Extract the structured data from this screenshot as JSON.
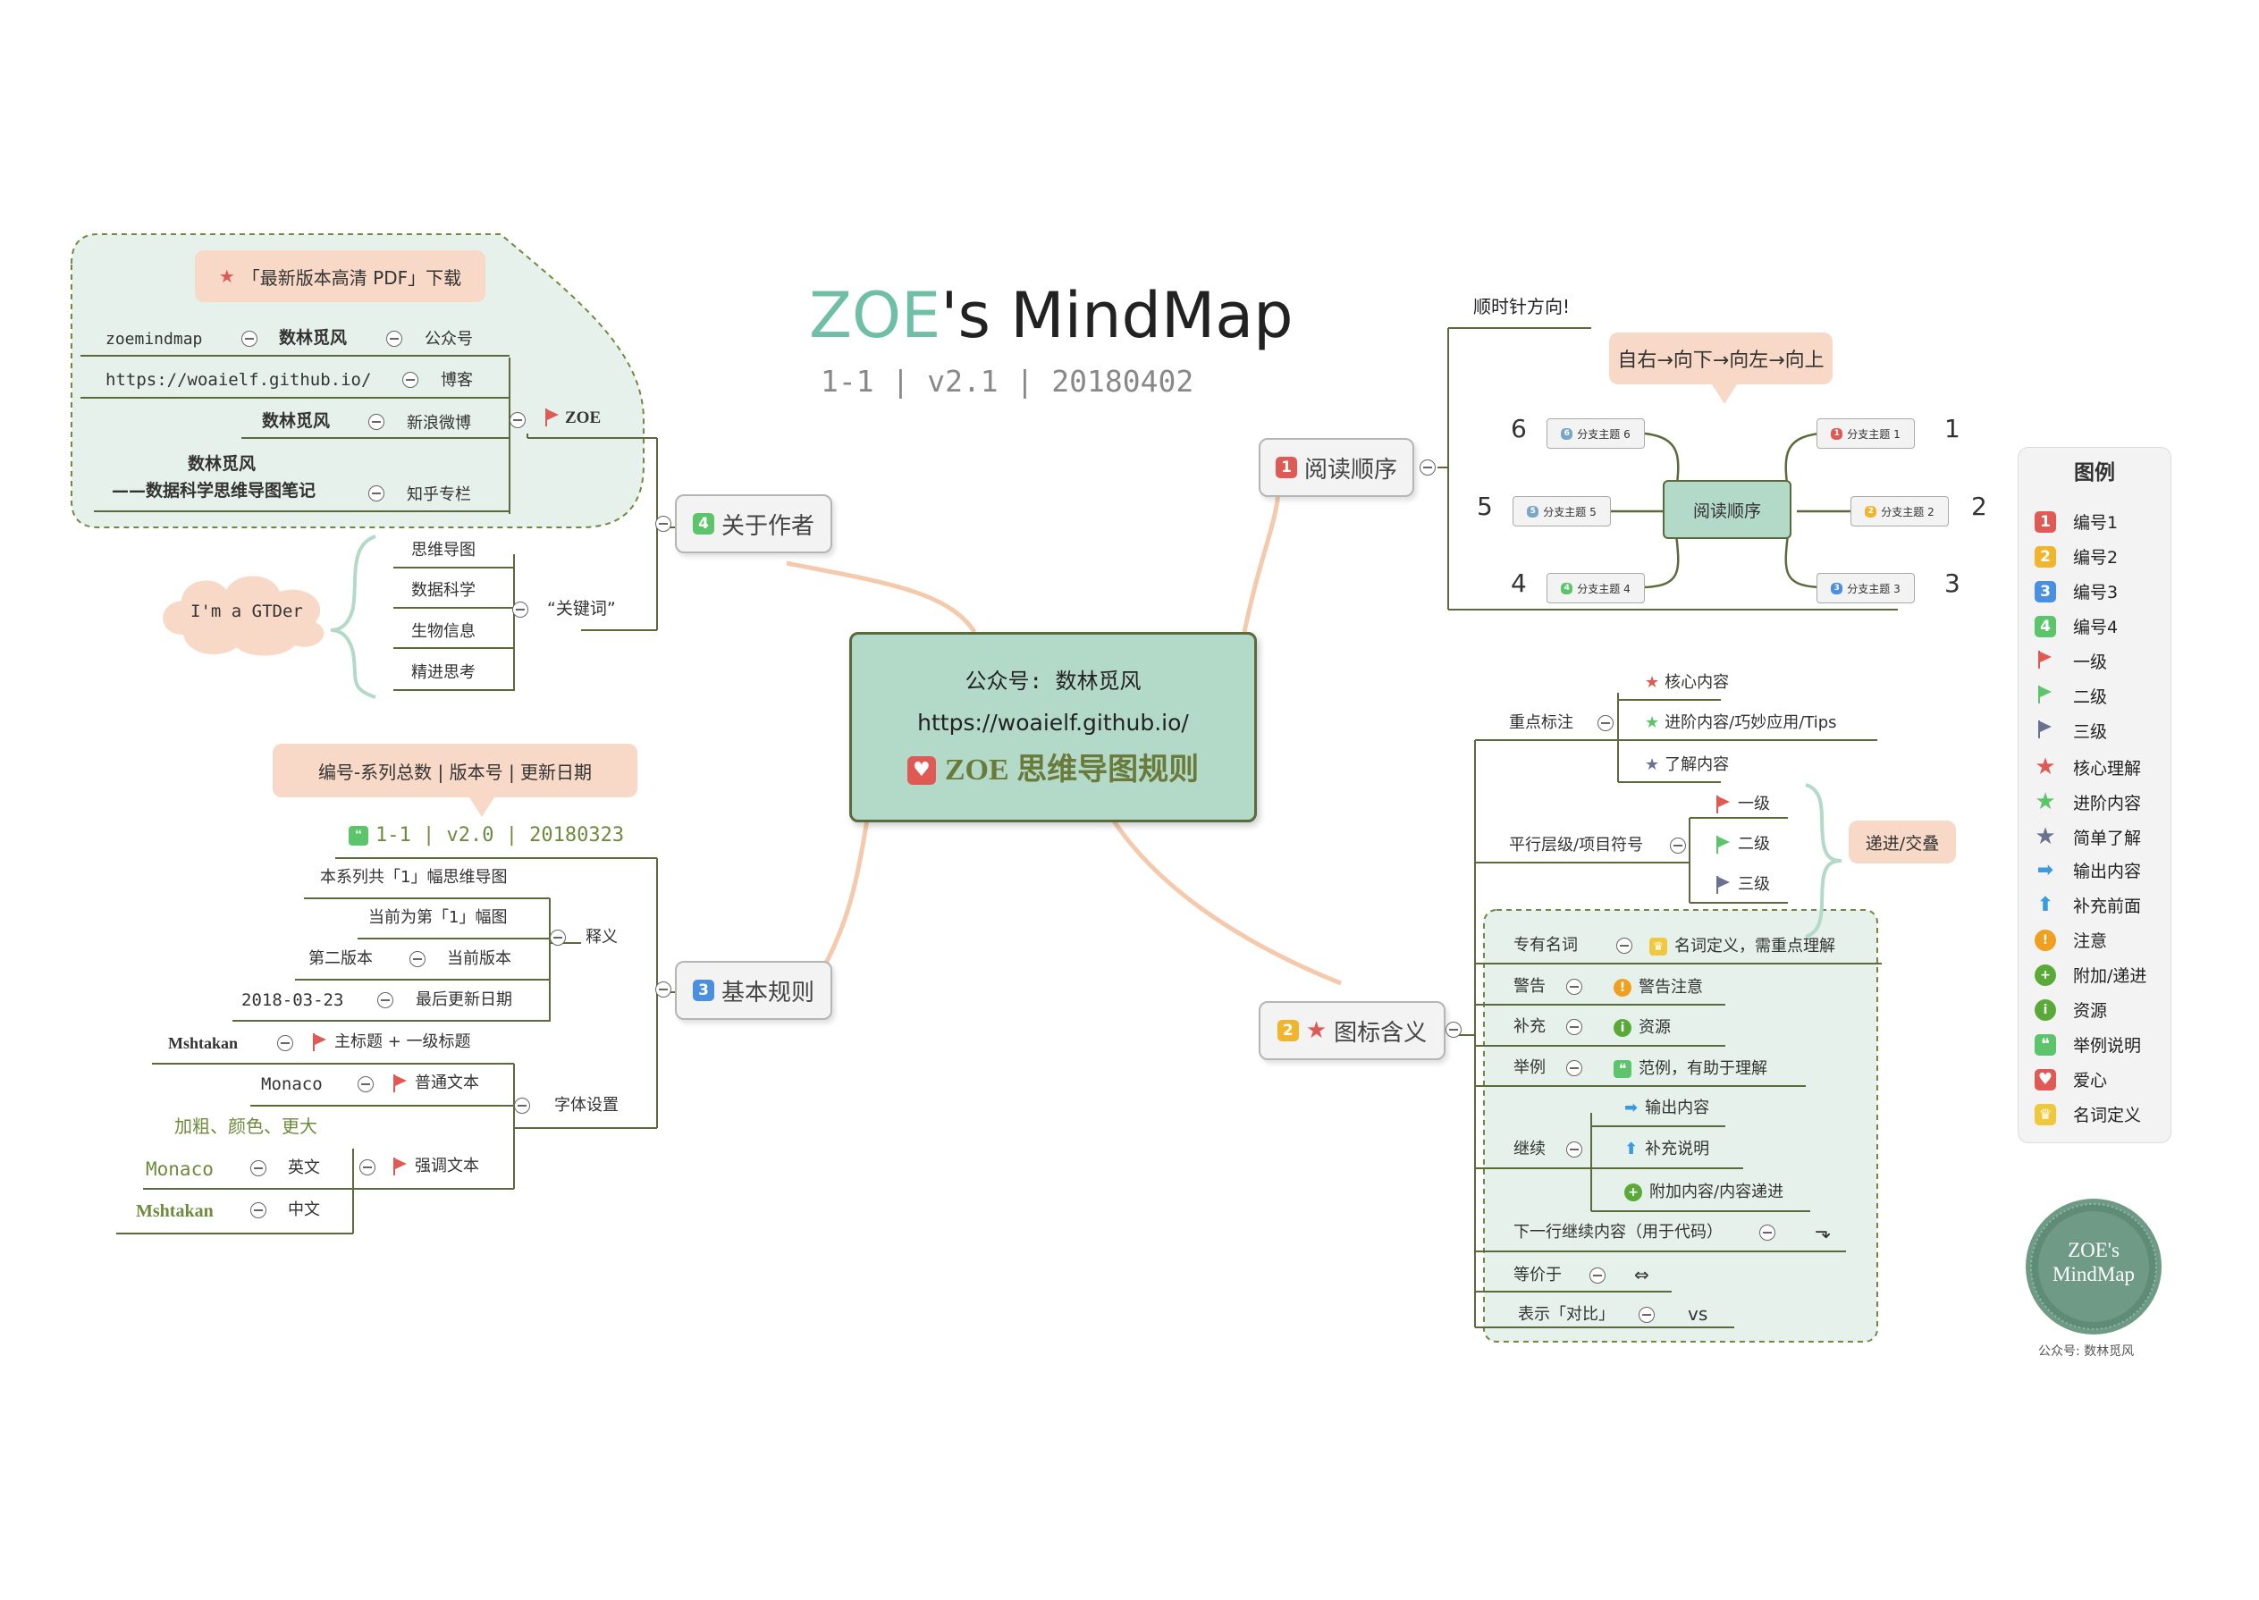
{
  "title": {
    "part1": "ZOE",
    "part2": "'s MindMap",
    "subtitle": "1-1  |  v2.1  |  20180402"
  },
  "center": {
    "line1": "公众号: 数林觅风",
    "line2": "https://woaielf.github.io/",
    "line3": "ZOE  思维导图规则"
  },
  "colors": {
    "center_fill": "#b3d9c8",
    "center_border": "#5a6a3a",
    "callout": "#f8d8c6",
    "connector": "#f5c9ac",
    "accent_green": "#6e8b3d"
  },
  "branch_reading": {
    "label": "阅读顺序",
    "badge": "1",
    "note": "顺时针方向!",
    "callout": "自右→向下→向左→向上",
    "hub": "阅读顺序",
    "subs": [
      {
        "label": "分支主题 1",
        "badge": "1",
        "num": "1"
      },
      {
        "label": "分支主题 2",
        "badge": "2",
        "num": "2"
      },
      {
        "label": "分支主题 3",
        "badge": "3",
        "num": "3"
      },
      {
        "label": "分支主题 4",
        "badge": "4",
        "num": "4"
      },
      {
        "label": "分支主题 5",
        "badge": "5",
        "num": "5"
      },
      {
        "label": "分支主题 6",
        "badge": "6",
        "num": "6"
      }
    ]
  },
  "branch_icons": {
    "label": "图标含义",
    "badge": "2",
    "key_marks": {
      "label": "重点标注",
      "items": [
        "核心内容",
        "进阶内容/巧妙应用/Tips",
        "了解内容"
      ]
    },
    "levels": {
      "label": "平行层级/项目符号",
      "items": [
        "一级",
        "二级",
        "三级"
      ],
      "callout": "递进/交叠"
    },
    "rows": [
      {
        "label": "专有名词",
        "value": "名词定义，需重点理解"
      },
      {
        "label": "警告",
        "value": "警告注意"
      },
      {
        "label": "补充",
        "value": "资源"
      },
      {
        "label": "举例",
        "value": "范例，有助于理解"
      }
    ],
    "continue": {
      "label": "继续",
      "items": [
        "输出内容",
        "补充说明",
        "附加内容/内容递进"
      ]
    },
    "next_line": {
      "label": "下一行继续内容（用于代码）",
      "symbol": "⬎"
    },
    "equiv": {
      "label": "等价于",
      "symbol": "⇔"
    },
    "compare": {
      "label": "表示「对比」",
      "symbol": "vs"
    }
  },
  "branch_rules": {
    "label": "基本规则",
    "badge": "3",
    "callout": "编号-系列总数  |  版本号  |  更新日期",
    "example": "1-1  |  v2.0  |  20180323",
    "meaning_label": "释义",
    "meaning": [
      {
        "value": "本系列共「1」幅思维导图",
        "label": ""
      },
      {
        "value": "当前为第「1」幅图",
        "label": ""
      },
      {
        "value": "第二版本",
        "label": "当前版本"
      },
      {
        "value": "2018-03-23",
        "label": "最后更新日期"
      }
    ],
    "font_label": "字体设置",
    "font_title": {
      "font": "Mshtakan",
      "label": "主标题 + 一级标题"
    },
    "font_body": {
      "font": "Monaco",
      "label": "普通文本"
    },
    "font_emphasis": {
      "label": "强调文本",
      "note": "加粗、颜色、更大",
      "en": {
        "font": "Monaco",
        "label": "英文"
      },
      "zh": {
        "font": "Mshtakan",
        "label": "中文"
      }
    }
  },
  "branch_author": {
    "label": "关于作者",
    "badge": "4",
    "pdf_callout": "「最新版本高清 PDF」下载",
    "zoe_label": "ZOE",
    "channels": [
      {
        "value": "zoemindmap",
        "mid": "数林觅风",
        "label": "公众号"
      },
      {
        "value": "https://woaielf.github.io/",
        "label": "博客"
      },
      {
        "value": "数林觅风",
        "label": "新浪微博"
      },
      {
        "value": "数林觅风",
        "value2": "——数据科学思维导图笔记",
        "label": "知乎专栏"
      }
    ],
    "keywords_label": "“关键词”",
    "keywords": [
      "思维导图",
      "数据科学",
      "生物信息",
      "精进思考"
    ],
    "cloud": "I'm a GTDer"
  },
  "legend": {
    "title": "图例",
    "items": [
      {
        "icon": "badge-1",
        "label": "编号1"
      },
      {
        "icon": "badge-2",
        "label": "编号2"
      },
      {
        "icon": "badge-3",
        "label": "编号3"
      },
      {
        "icon": "badge-4",
        "label": "编号4"
      },
      {
        "icon": "red-flag",
        "label": "一级"
      },
      {
        "icon": "green-flag",
        "label": "二级"
      },
      {
        "icon": "blue-flag",
        "label": "三级"
      },
      {
        "icon": "red-star",
        "label": "核心理解"
      },
      {
        "icon": "green-star",
        "label": "进阶内容"
      },
      {
        "icon": "blue-star",
        "label": "简单了解"
      },
      {
        "icon": "right-arrow",
        "label": "输出内容"
      },
      {
        "icon": "up-arrow",
        "label": "补充前面"
      },
      {
        "icon": "warning",
        "label": "注意"
      },
      {
        "icon": "plus",
        "label": "附加/递进"
      },
      {
        "icon": "info",
        "label": "资源"
      },
      {
        "icon": "quote",
        "label": "举例说明"
      },
      {
        "icon": "heart",
        "label": "爱心"
      },
      {
        "icon": "trophy",
        "label": "名词定义"
      }
    ]
  },
  "seal": {
    "line1": "ZOE's",
    "line2": "MindMap",
    "caption": "公众号: 数林觅风"
  }
}
